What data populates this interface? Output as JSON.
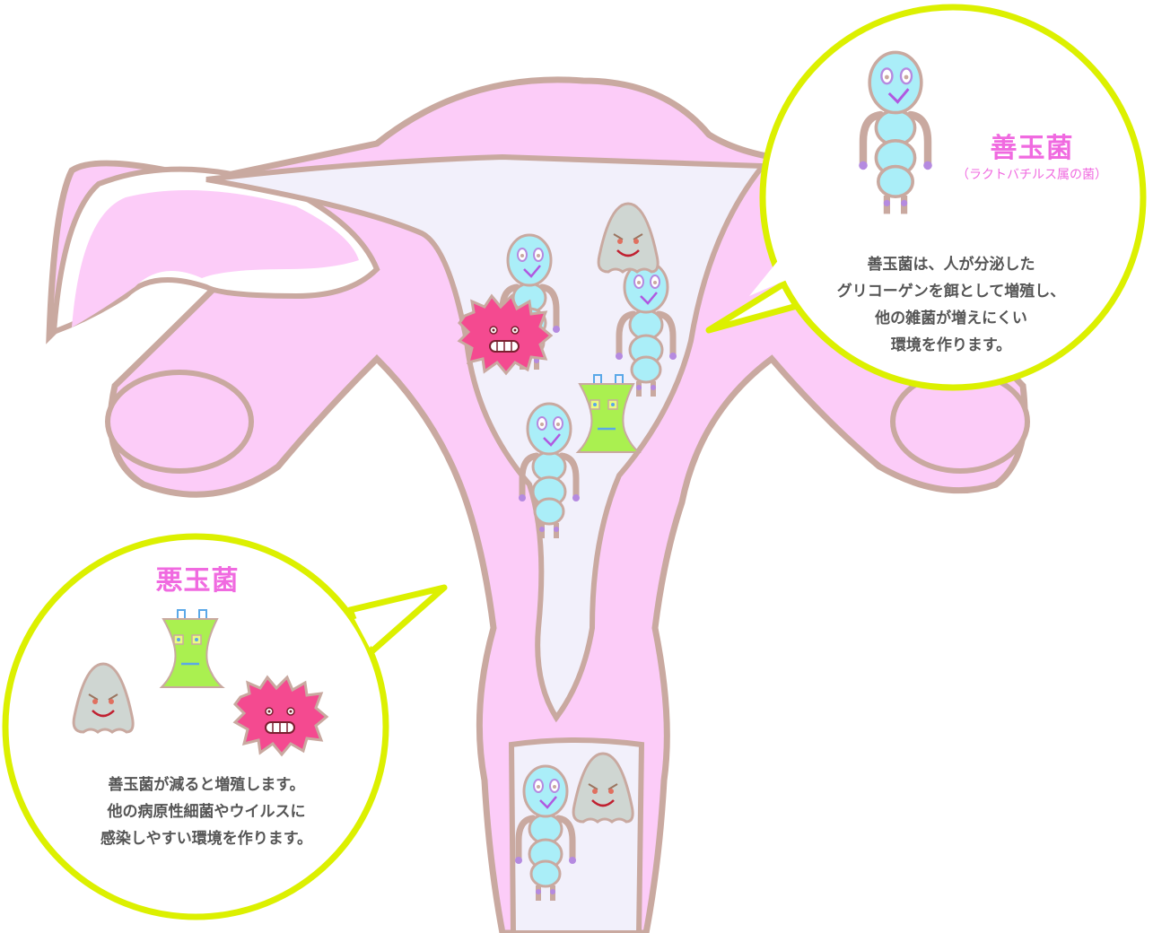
{
  "good_bacteria": {
    "title": "善玉菌",
    "subtitle": "（ラクトバチルス属の菌）",
    "description": [
      "善玉菌は、人が分泌した",
      "グリコーゲンを餌として増殖し、",
      "他の雑菌が増えにくい",
      "環境を作ります。"
    ]
  },
  "bad_bacteria": {
    "title": "悪玉菌",
    "description": [
      "善玉菌が減ると増殖します。",
      "他の病原性細菌やウイルスに",
      "感染しやすい環境を作ります。"
    ]
  },
  "colors": {
    "uterus_wall": "#fcccf8",
    "uterus_outline": "#c9a9a0",
    "cavity": "#f2f0fb",
    "bubble_border": "#dcf000",
    "good_bacteria_body": "#aaeef8",
    "bad_ghost": "#cfd6d2",
    "bad_green": "#aaf050",
    "bad_pink": "#f44a90",
    "title_pink": "#f06ae0"
  }
}
